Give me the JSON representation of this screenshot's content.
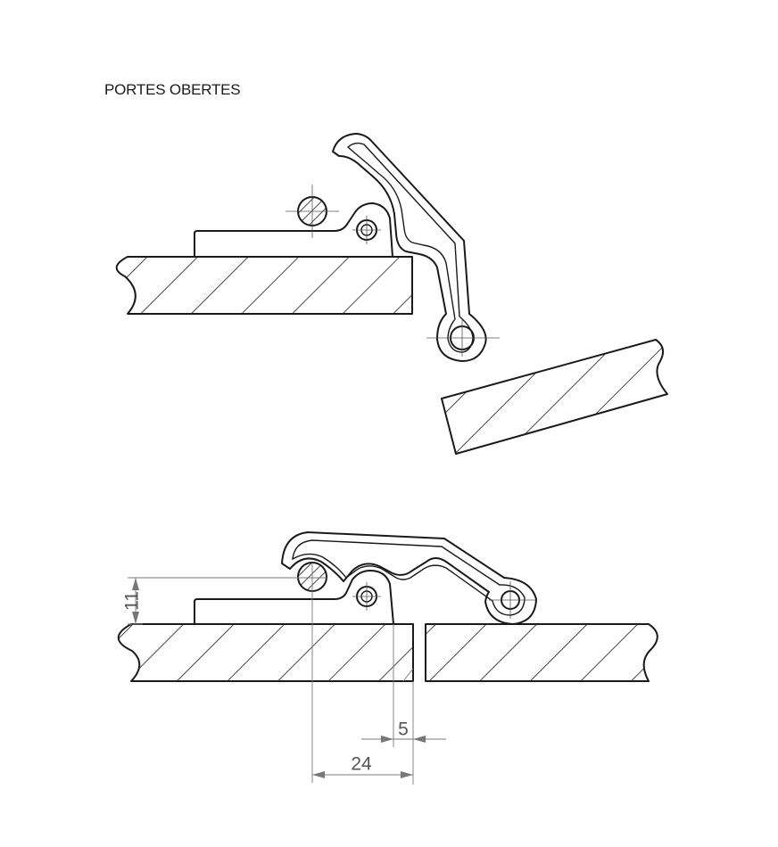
{
  "title": "PORTES OBERTES",
  "dimensions": {
    "height": "11",
    "gap": "5",
    "offset": "24"
  },
  "colors": {
    "line": "#1a1a1a",
    "dimension": "#777777",
    "background": "#ffffff"
  }
}
